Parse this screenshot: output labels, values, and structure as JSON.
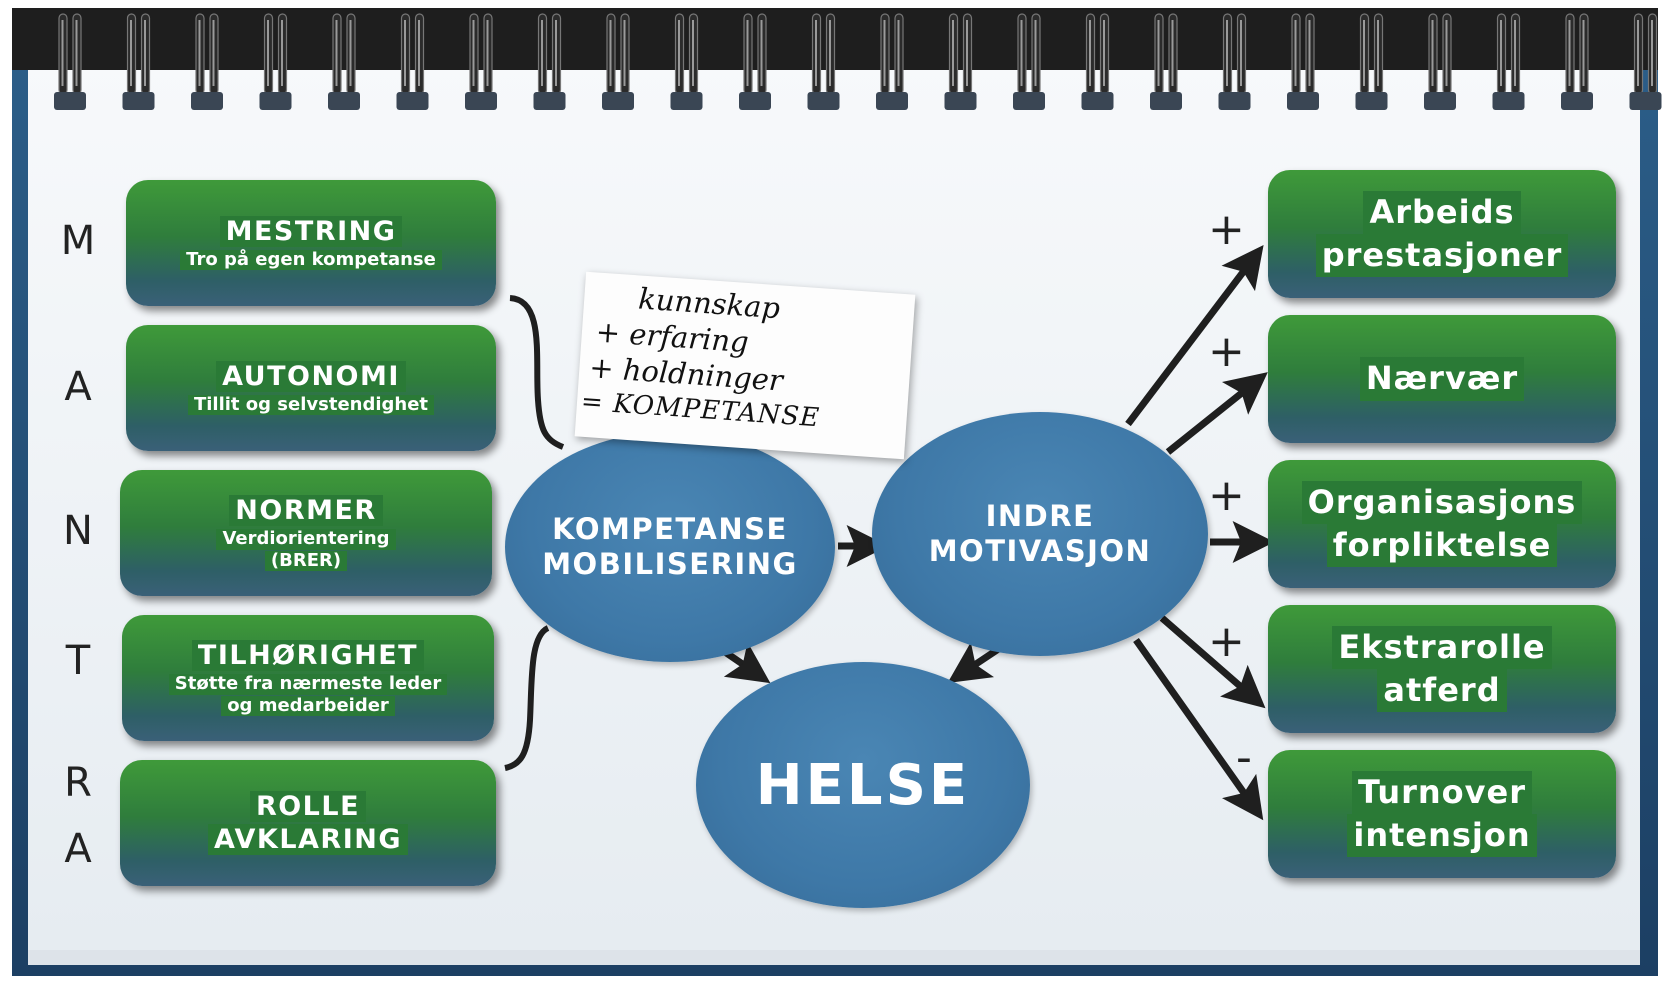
{
  "mantra_letters": [
    "M",
    "A",
    "N",
    "T",
    "R",
    "A"
  ],
  "left_boxes": [
    {
      "title": "MESTRING",
      "sub": [
        "Tro på egen kompetanse"
      ]
    },
    {
      "title": "AUTONOMI",
      "sub": [
        "Tillit og selvstendighet"
      ]
    },
    {
      "title": "NORMER",
      "sub": [
        "Verdiorientering",
        "(BRER)"
      ]
    },
    {
      "title": "TILHØRIGHET",
      "sub": [
        "Støtte fra nærmeste leder",
        "og medarbeider"
      ]
    },
    {
      "title": "ROLLE",
      "sub": [
        "AVKLARING"
      ]
    }
  ],
  "note_lines": [
    "kunnskap",
    "+ erfaring",
    "+ holdninger",
    "= KOMPETANSE"
  ],
  "circles": {
    "kompetanse": [
      "KOMPETANSE",
      "MOBILISERING"
    ],
    "motivasjon": [
      "INDRE",
      "MOTIVASJON"
    ],
    "helse": "HELSE"
  },
  "right_boxes": [
    {
      "lines": [
        "Arbeids",
        "prestasjoner"
      ],
      "sign": "+"
    },
    {
      "lines": [
        "Nærvær"
      ],
      "sign": "+"
    },
    {
      "lines": [
        "Organisasjons",
        "forpliktelse"
      ],
      "sign": "+"
    },
    {
      "lines": [
        "Ekstrarolle",
        "atferd"
      ],
      "sign": "+"
    },
    {
      "lines": [
        "Turnover",
        "intensjon"
      ],
      "sign": "-"
    }
  ],
  "colors": {
    "green_top": "#3f9a3a",
    "green_bottom": "#3a6078",
    "circle_blue": "#3e78a7",
    "binding": "#1f1f1f"
  }
}
